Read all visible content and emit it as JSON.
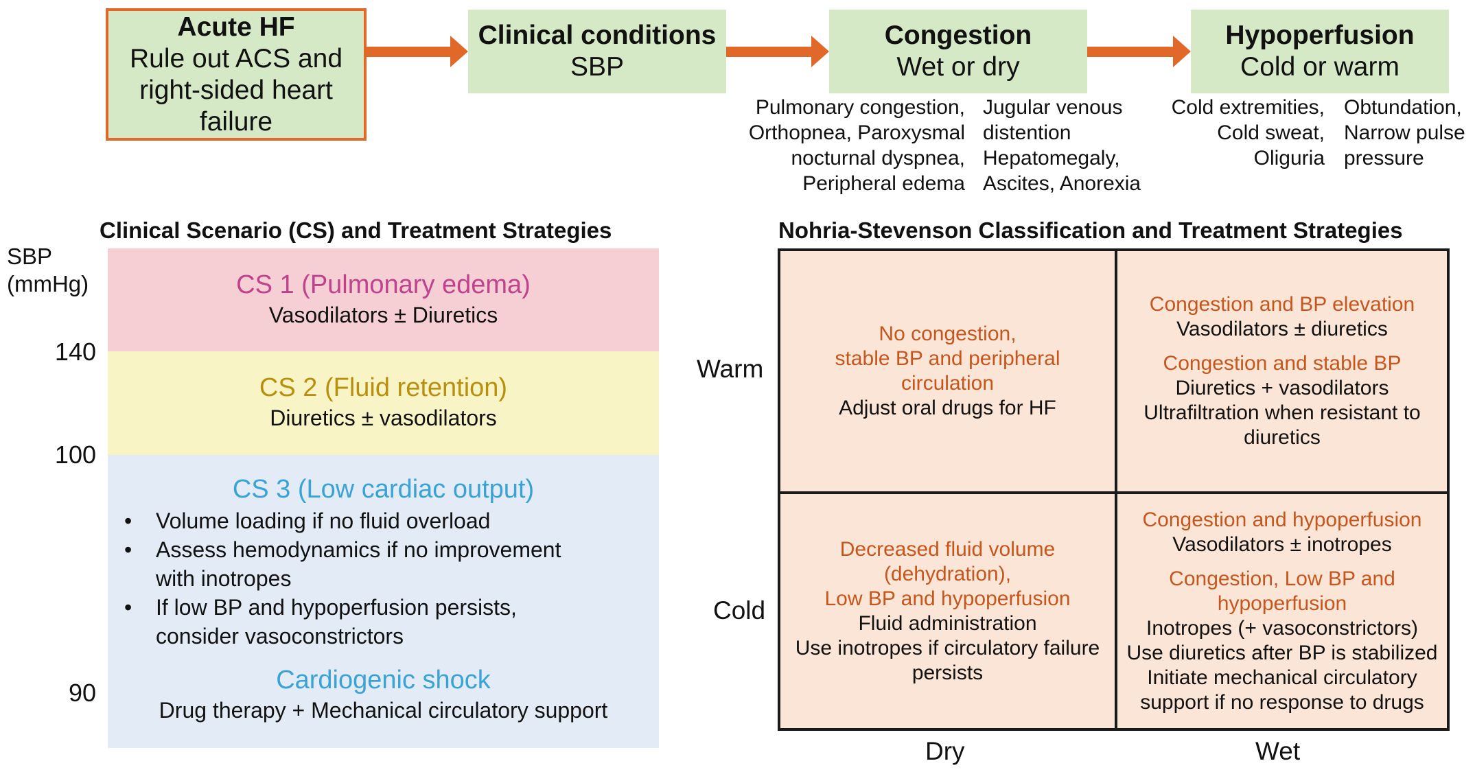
{
  "flow": {
    "acute": {
      "title": "Acute HF",
      "lines": [
        "Rule out ACS and",
        "right-sided heart",
        "failure"
      ]
    },
    "clinical": {
      "title": "Clinical conditions",
      "sub": "SBP"
    },
    "congestion": {
      "title": "Congestion",
      "sub": "Wet or dry",
      "left_signs": [
        "Pulmonary congestion,",
        "Orthopnea, Paroxysmal",
        "nocturnal dyspnea,",
        "Peripheral edema"
      ],
      "right_signs": [
        "Jugular venous",
        "distention",
        "Hepatomegaly,",
        "Ascites, Anorexia"
      ]
    },
    "hypoperfusion": {
      "title": "Hypoperfusion",
      "sub": "Cold or warm",
      "left_signs": [
        "Cold extremities,",
        "Cold sweat,",
        "Oliguria"
      ],
      "right_signs": [
        "Obtundation,",
        "Narrow pulse",
        "pressure"
      ]
    }
  },
  "colors": {
    "flow_box": "#d6e9c6",
    "arrow": "#e0692a",
    "cs1_band": "#f6cfd4",
    "cs2_band": "#f8f4c5",
    "cs3_band": "#e3ebf6",
    "cs1_text": "#c0428e",
    "cs2_text": "#b8900e",
    "cs3_text": "#3aa3d6",
    "grid_bg": "#fbe5d6",
    "grid_text": "#c5561d"
  },
  "cs": {
    "title": "Clinical Scenario (CS) and Treatment Strategies",
    "axis_label": [
      "SBP",
      "(mmHg)"
    ],
    "ticks": [
      "140",
      "100",
      "90"
    ],
    "cs1": {
      "name": "CS 1 (Pulmonary edema)",
      "treatment": "Vasodilators ± Diuretics"
    },
    "cs2": {
      "name": "CS 2 (Fluid retention)",
      "treatment": "Diuretics ± vasodilators"
    },
    "cs3": {
      "name": "CS 3 (Low cardiac output)",
      "bullets": [
        [
          "Volume loading if no fluid overload"
        ],
        [
          "Assess hemodynamics if no improvement",
          "with inotropes"
        ],
        [
          "If low BP and hypoperfusion persists,",
          "consider vasoconstrictors"
        ]
      ]
    },
    "shock": {
      "name": "Cardiogenic shock",
      "treatment": "Drug therapy + Mechanical circulatory support"
    }
  },
  "ns": {
    "title": "Nohria-Stevenson Classification and Treatment Strategies",
    "row_labels": [
      "Warm",
      "Cold"
    ],
    "col_labels": [
      "Dry",
      "Wet"
    ],
    "warm_dry": {
      "condition": [
        "No congestion,",
        "stable BP and peripheral",
        "circulation"
      ],
      "treatment": [
        "Adjust oral drugs for HF"
      ]
    },
    "warm_wet": [
      {
        "condition": [
          "Congestion and BP elevation"
        ],
        "treatment": [
          "Vasodilators ± diuretics"
        ]
      },
      {
        "condition": [
          "Congestion and stable BP"
        ],
        "treatment": [
          "Diuretics + vasodilators",
          "Ultrafiltration when resistant to",
          "diuretics"
        ]
      }
    ],
    "cold_dry": {
      "condition": [
        "Decreased fluid volume",
        "(dehydration),",
        "Low BP and hypoperfusion"
      ],
      "treatment": [
        "Fluid administration",
        "Use inotropes if circulatory failure",
        "persists"
      ]
    },
    "cold_wet": [
      {
        "condition": [
          "Congestion and hypoperfusion"
        ],
        "treatment": [
          "Vasodilators ± inotropes"
        ]
      },
      {
        "condition": [
          "Congestion, Low BP and",
          "hypoperfusion"
        ],
        "treatment": [
          "Inotropes (+ vasoconstrictors)",
          "Use diuretics after BP is stabilized",
          "Initiate mechanical circulatory",
          "support if no response to drugs"
        ]
      }
    ]
  }
}
